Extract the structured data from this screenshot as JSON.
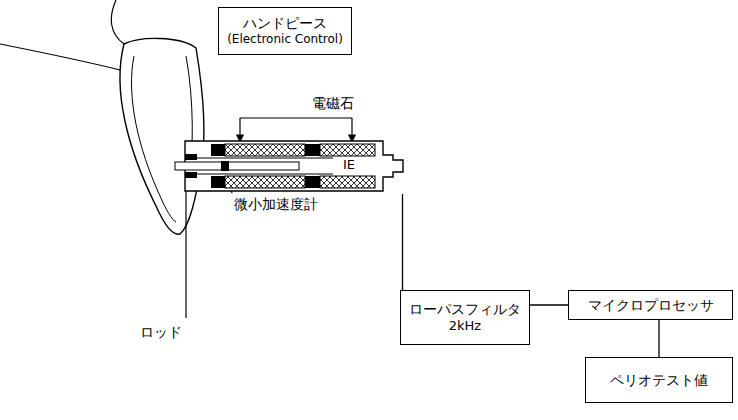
{
  "diagram": {
    "nodes": [
      {
        "text": [
          "ハンドピース",
          "(Electronic Control)"
        ]
      },
      {
        "text": [
          "IE"
        ]
      },
      {
        "text": [
          "ローパスフィルタ",
          "2kHz"
        ]
      },
      {
        "text": [
          "マイクロプロセッサ"
        ]
      },
      {
        "text": [
          "ペリオテスト値"
        ]
      }
    ],
    "edges": [
      {
        "from": 1,
        "to": 2,
        "arrow": "none"
      },
      {
        "from": 2,
        "to": 3,
        "arrow": "none"
      },
      {
        "from": 3,
        "to": 4,
        "arrow": "none"
      }
    ],
    "labels": [
      "電磁石",
      "微小加速度計",
      "ロッド"
    ]
  }
}
